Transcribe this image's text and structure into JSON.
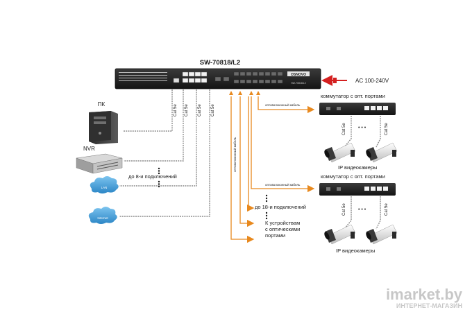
{
  "title": "SW-70818/L2",
  "power_label": "AC 100-240V",
  "switch_brand": "OSNOVO",
  "switch_model": "SW-70818/L2",
  "colors": {
    "fiber": "#e8891e",
    "copper": "#8c8c8c",
    "power": "#d42020",
    "cloud": "#3e9bd8",
    "device": "#1f1f1f"
  },
  "devices": {
    "pc": "ПК",
    "nvr": "NVR",
    "cloud_lan": "LAN",
    "cloud_internet": "Internet"
  },
  "cable_labels": {
    "cat": "Cat 5e",
    "fiber_cable": "оптоволоконный кабель"
  },
  "notes": {
    "up_to_8": "до 8-и подключений",
    "up_to_18": "до 18-и подключений",
    "to_optical": "К устройствам\nс оптическими\nпортами",
    "ellipsis": "• • •"
  },
  "groups": [
    {
      "switch_label": "коммутатор с опт. портами",
      "cameras_label": "IP видеокамеры"
    },
    {
      "switch_label": "коммутатор с опт. портами",
      "cameras_label": "IP видеокамеры"
    }
  ],
  "watermark": {
    "brand": "imarket.by",
    "sub": "ИНТЕРНЕТ-МАГАЗИН"
  }
}
